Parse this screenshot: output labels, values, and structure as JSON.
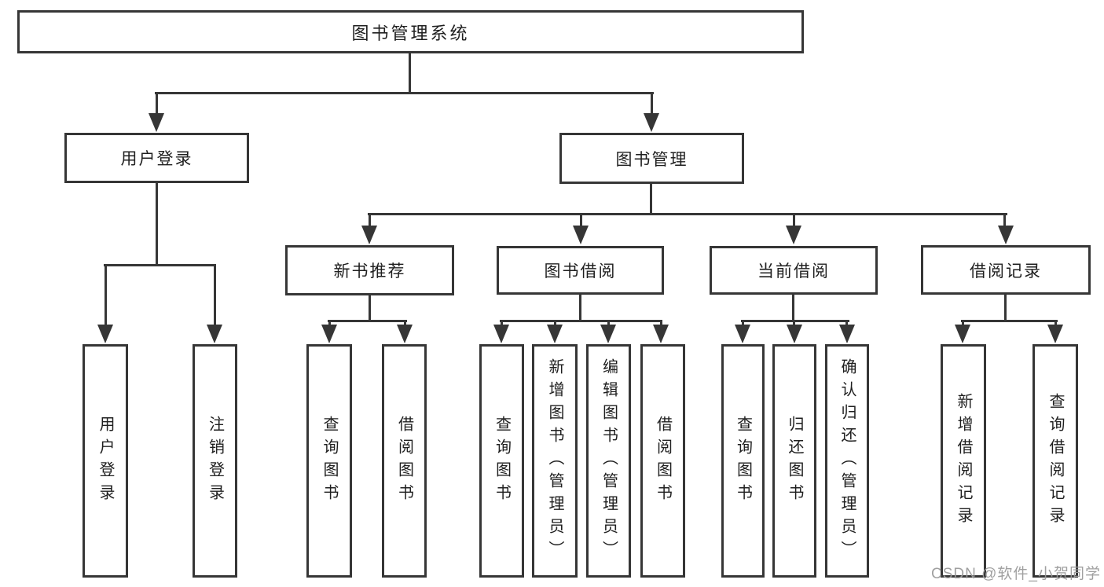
{
  "tree": {
    "label": "图书管理系统",
    "children": [
      {
        "label": "用户登录",
        "children": [
          {
            "label": "用户登录"
          },
          {
            "label": "注销登录"
          }
        ]
      },
      {
        "label": "图书管理",
        "children": [
          {
            "label": "新书推荐",
            "children": [
              {
                "label": "查询图书"
              },
              {
                "label": "借阅图书"
              }
            ]
          },
          {
            "label": "图书借阅",
            "children": [
              {
                "label": "查询图书"
              },
              {
                "label": "新增图书（管理员）"
              },
              {
                "label": "编辑图书（管理员）"
              },
              {
                "label": "借阅图书"
              }
            ]
          },
          {
            "label": "当前借阅",
            "children": [
              {
                "label": "查询图书"
              },
              {
                "label": "归还图书"
              },
              {
                "label": "确认归还（管理员）"
              }
            ]
          },
          {
            "label": "借阅记录",
            "children": [
              {
                "label": "新增借阅记录"
              },
              {
                "label": "查询借阅记录"
              }
            ]
          }
        ]
      }
    ]
  },
  "watermark": {
    "text": "CSDN @软件_小贺同学"
  },
  "colors": {
    "line": "#363636",
    "text": "#1f1f1f",
    "watermark_gray": "#9b9b9b",
    "background": "#ffffff"
  }
}
